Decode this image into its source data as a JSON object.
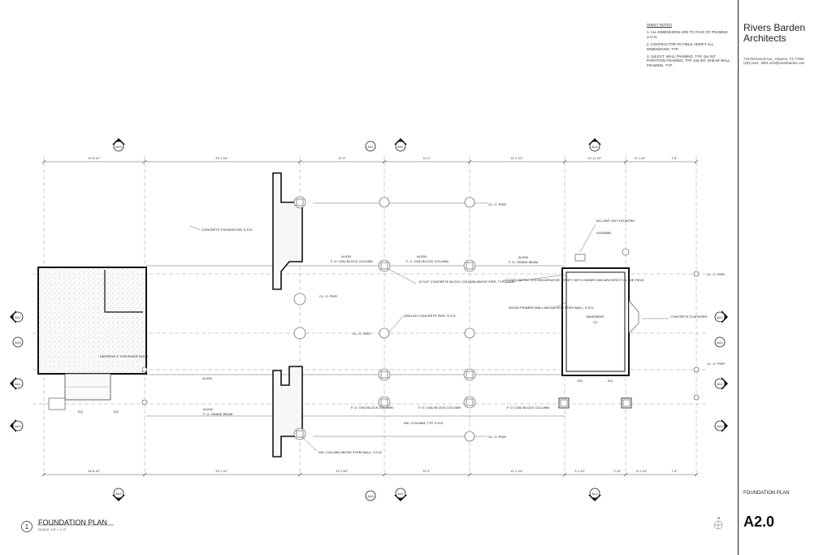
{
  "sheet_notes": {
    "heading": "SHEET NOTES",
    "items": [
      "1.  ALL DIMENSIONS ARE TO FACE OF FRAMING U.O.N.",
      "2.  CONTRACTOR TO FIELD VERIFY ALL DIMENSIONS, TYP.",
      "3.  2x6 EXT. WALL FRAMING, TYP. 2x4 INT. PARTITION FRAMING, TYP. 2x6 INT. SHEAR WALL FRAMING, TYP."
    ]
  },
  "title_block": {
    "firm_line1": "Rivers Barden",
    "firm_line2": "Architects",
    "address": "718 Richmond Ave., Houston, TX 77006",
    "contact": "(281) 645 - 9801 info@riversbarden.com",
    "sheet_name": "FOUNDATION PLAN",
    "sheet_number": "A2.0"
  },
  "plan_title": {
    "number": "1",
    "title": "FOUNDATION PLAN",
    "scale": "SCALE: 1/4\" = 1'-0\""
  },
  "labels": {
    "concrete_foundation": "CONCRETE FOUNDATION, S.S.D.",
    "depress": "DEPRESS 2\" FOR RIVER ROCK",
    "drilled_pier": "DRILLED CONCRETE PIER, S.S.D.",
    "cmu_column": "12\"x12\" CONCRETE BLOCK COLUMN ABOVE PIER, TYP. S.S.D.",
    "wd_column_stem": "WD. COLUMN ABOVE STEM WALL, S.S.D.",
    "wd_column_typ": "WD. COLUMN, TYP. S.S.D.",
    "septic": "LOCATE SEPTIC SYSTEM AERATOR, VERIFY WITH OWNER AND ARCHITECT IN THE FIELD",
    "wood_framed": "WOOD FRAMED WALL ABOVE CMU STEM WALL, S.S.D.",
    "ac_unit": "A/C UNIT ON FLATWORK",
    "hosebib": "HOSEBIB",
    "basement": "BASEMENT",
    "basement_sub": "CC",
    "concrete_flatwork": "CONCRETE FLATWORK",
    "align": "ALIGN",
    "grade_beam": "F. O. GRADE BEAM",
    "cmu_block": "F. O. CMU BLOCK COLUMN",
    "cl_pier": "CL. O. PIER",
    "eq": "EQ"
  },
  "dimensions": {
    "top": [
      "16'-8 1/2\"",
      "23'-1 1/4\"",
      "12'-4\"",
      "12'-4\"",
      "12'-1 1/4\"",
      "10'-11 1/2\"",
      "6'-1 1/4\"",
      "7'-8\""
    ],
    "bottom": [
      "16'-8 1/2\"",
      "23'-1 1/2\"",
      "12'-2 3/4\"",
      "12'-4\"",
      "12'-1 1/4\"",
      "2'-1 1/2\"",
      "2'-10\"",
      "6'-1 1/4\"",
      "7'-8\""
    ]
  },
  "section_markers": {
    "top": [
      "A4.0",
      "A4.1",
      "A4.1",
      "A4.2"
    ],
    "bottom": [
      "A4.0",
      "A4.0",
      "A4.1",
      "A4.2"
    ],
    "left": [
      "A4.2",
      "A4.5",
      "A4.1",
      "A4.0"
    ],
    "right": [
      "A4.2",
      "A4.1",
      "A4.1",
      "A4.0"
    ]
  },
  "north_label": "N"
}
